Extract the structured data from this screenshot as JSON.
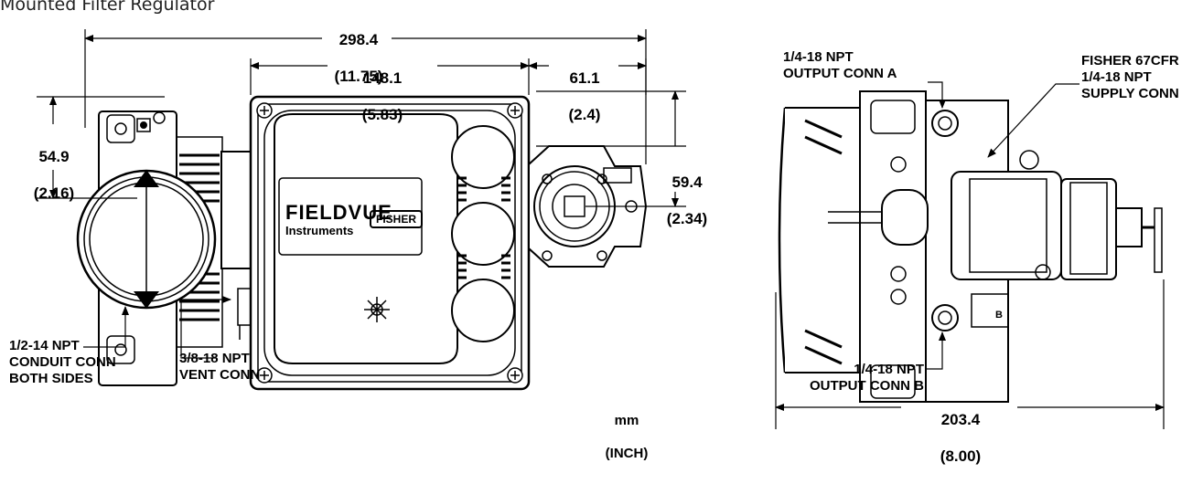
{
  "title": "Mounted Filter Regulator",
  "front_view": {
    "overall_width": {
      "mm": "298.4",
      "inch": "(11.75)"
    },
    "body_width": {
      "mm": "148.1",
      "inch": "(5.83)"
    },
    "regulator_width": {
      "mm": "61.1",
      "inch": "(2.4)"
    },
    "left_height": {
      "mm": "54.9",
      "inch": "(2.16)"
    },
    "right_height": {
      "mm": "59.4",
      "inch": "(2.34)"
    },
    "brand_main": "FIELDVUE",
    "brand_sub": "Instruments",
    "brand_badge": "FISHER",
    "conduit_label": "1/2-14 NPT\nCONDUIT CONN\nBOTH SIDES",
    "vent_label": "3/8-18 NPT\nVENT CONN"
  },
  "side_view": {
    "output_a_label": "1/4-18 NPT\nOUTPUT CONN A",
    "supply_label": "FISHER 67CFR\n1/4-18 NPT\nSUPPLY CONN",
    "output_b_label": "1/4-18 NPT\nOUTPUT CONN B",
    "depth": {
      "mm": "203.4",
      "inch": "(8.00)"
    },
    "port_b_mark": "B"
  },
  "units": {
    "primary": "mm",
    "secondary": "(INCH)"
  }
}
